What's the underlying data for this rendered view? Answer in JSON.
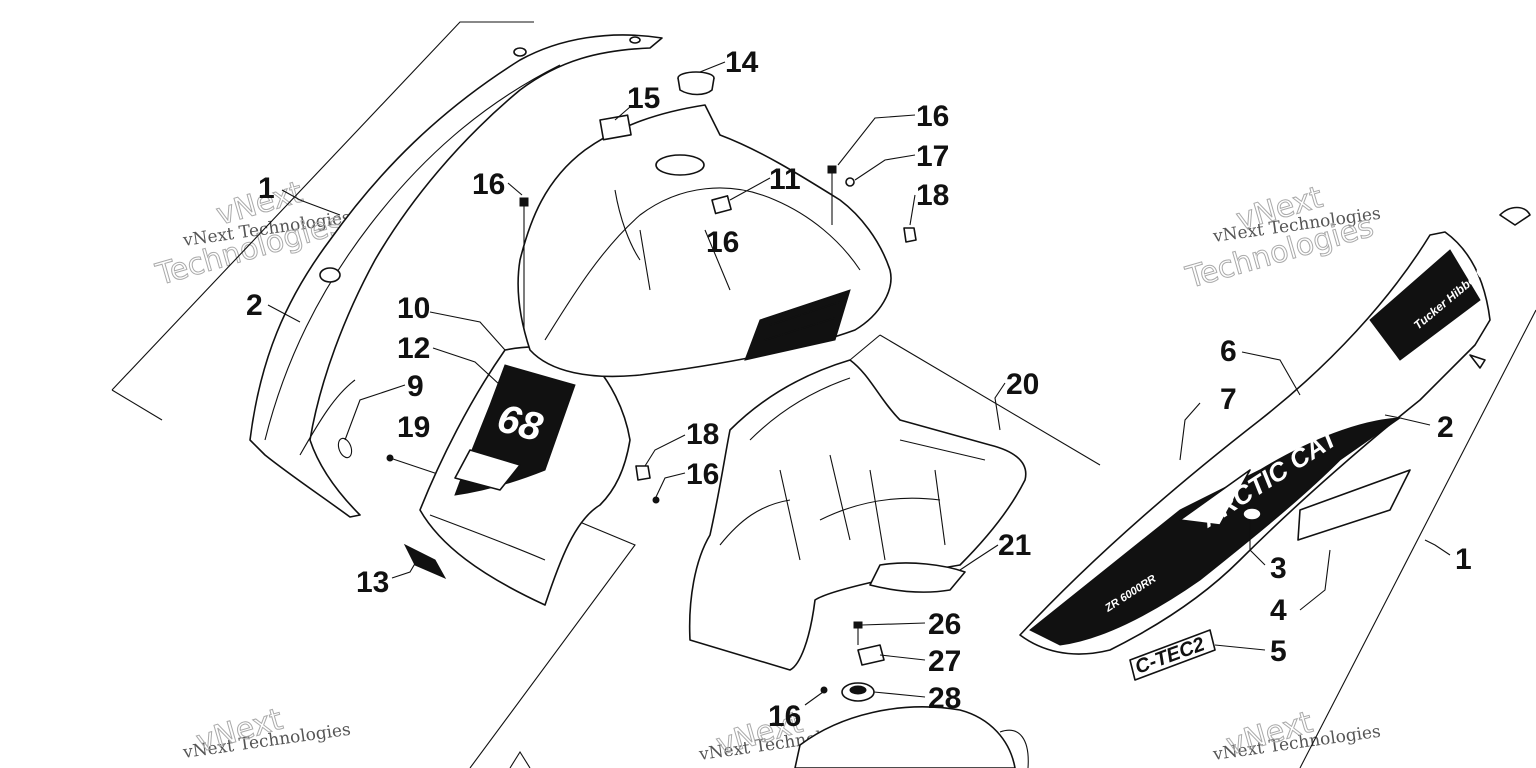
{
  "callouts": [
    {
      "id": "c1a",
      "label": "1"
    },
    {
      "id": "c2a",
      "label": "2"
    },
    {
      "id": "c9",
      "label": "9"
    },
    {
      "id": "c19",
      "label": "19"
    },
    {
      "id": "c10",
      "label": "10"
    },
    {
      "id": "c12",
      "label": "12"
    },
    {
      "id": "c13",
      "label": "13"
    },
    {
      "id": "c16a",
      "label": "16"
    },
    {
      "id": "c15",
      "label": "15"
    },
    {
      "id": "c14",
      "label": "14"
    },
    {
      "id": "c11",
      "label": "11"
    },
    {
      "id": "c16b",
      "label": "16"
    },
    {
      "id": "c16c",
      "label": "16"
    },
    {
      "id": "c17",
      "label": "17"
    },
    {
      "id": "c18a",
      "label": "18"
    },
    {
      "id": "c18b",
      "label": "18"
    },
    {
      "id": "c16d",
      "label": "16"
    },
    {
      "id": "c20",
      "label": "20"
    },
    {
      "id": "c21",
      "label": "21"
    },
    {
      "id": "c26",
      "label": "26"
    },
    {
      "id": "c27",
      "label": "27"
    },
    {
      "id": "c28",
      "label": "28"
    },
    {
      "id": "c16e",
      "label": "16"
    },
    {
      "id": "c6",
      "label": "6"
    },
    {
      "id": "c7",
      "label": "7"
    },
    {
      "id": "c2b",
      "label": "2"
    },
    {
      "id": "c3",
      "label": "3"
    },
    {
      "id": "c4",
      "label": "4"
    },
    {
      "id": "c5",
      "label": "5"
    },
    {
      "id": "c1b",
      "label": "1"
    }
  ],
  "watermark": {
    "line1": "vNext Technologies",
    "big": "Technologies",
    "small": "vNext"
  },
  "decals": {
    "brand": "ARCTIC CAT",
    "model": "ZR 6000RR",
    "engine": "C-TEC2",
    "engine_small": "C-TEC2",
    "number": "68",
    "hood_script": "Tucker Hibbert"
  }
}
